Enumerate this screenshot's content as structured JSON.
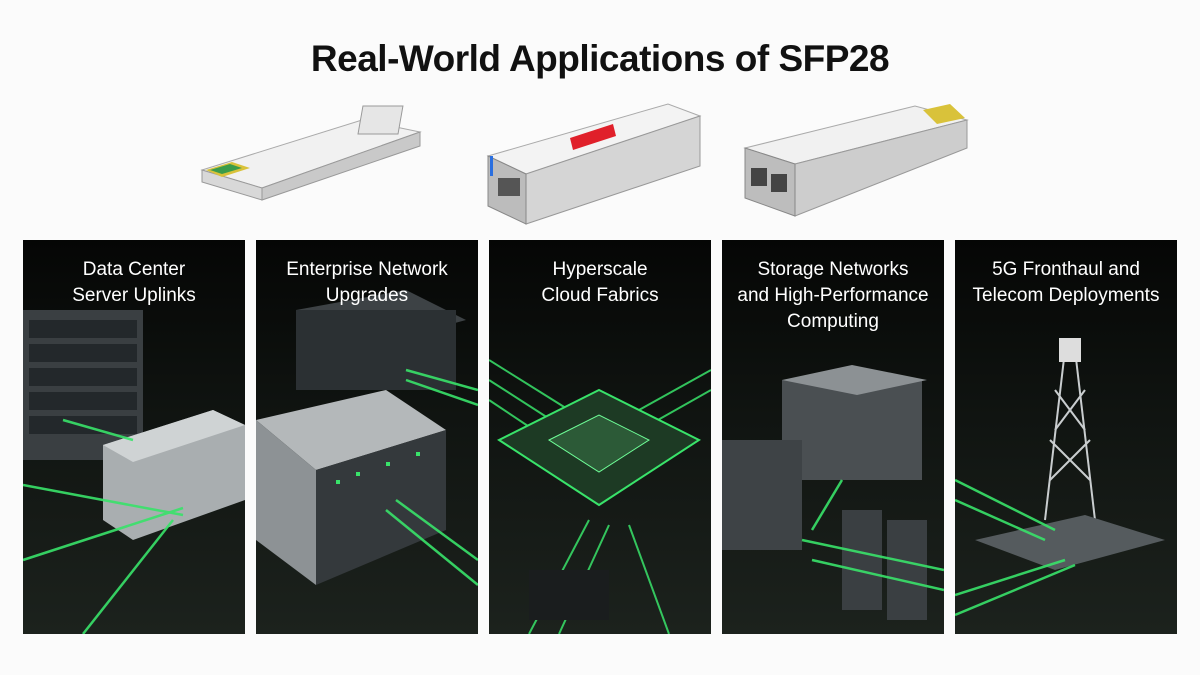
{
  "title": "Real-World Applications of SFP28",
  "modules": [
    {
      "icon": "sfp28-module-gold-contacts"
    },
    {
      "icon": "sfp28-module-red-label",
      "label_color": "#e0202a",
      "latch_color": "#2a6fe0"
    },
    {
      "icon": "sfp28-module-duplex-port"
    }
  ],
  "accent": "#39e36a",
  "panels": [
    {
      "line1": "Data Center",
      "line2": "Server Uplinks",
      "line3": "",
      "icon": "server-rack-switch-icon"
    },
    {
      "line1": "Enterprise Network",
      "line2": "Upgrades",
      "line3": "",
      "icon": "network-chassis-icon"
    },
    {
      "line1": "Hyperscale",
      "line2": "Cloud Fabrics",
      "line3": "",
      "icon": "chip-fabric-icon"
    },
    {
      "line1": "Storage Networks",
      "line2": "and High-Performance",
      "line3": "Computing",
      "icon": "storage-servers-icon"
    },
    {
      "line1": "5G Fronthaul and",
      "line2": "Telecom Deployments",
      "line3": "",
      "icon": "cell-tower-icon"
    }
  ]
}
